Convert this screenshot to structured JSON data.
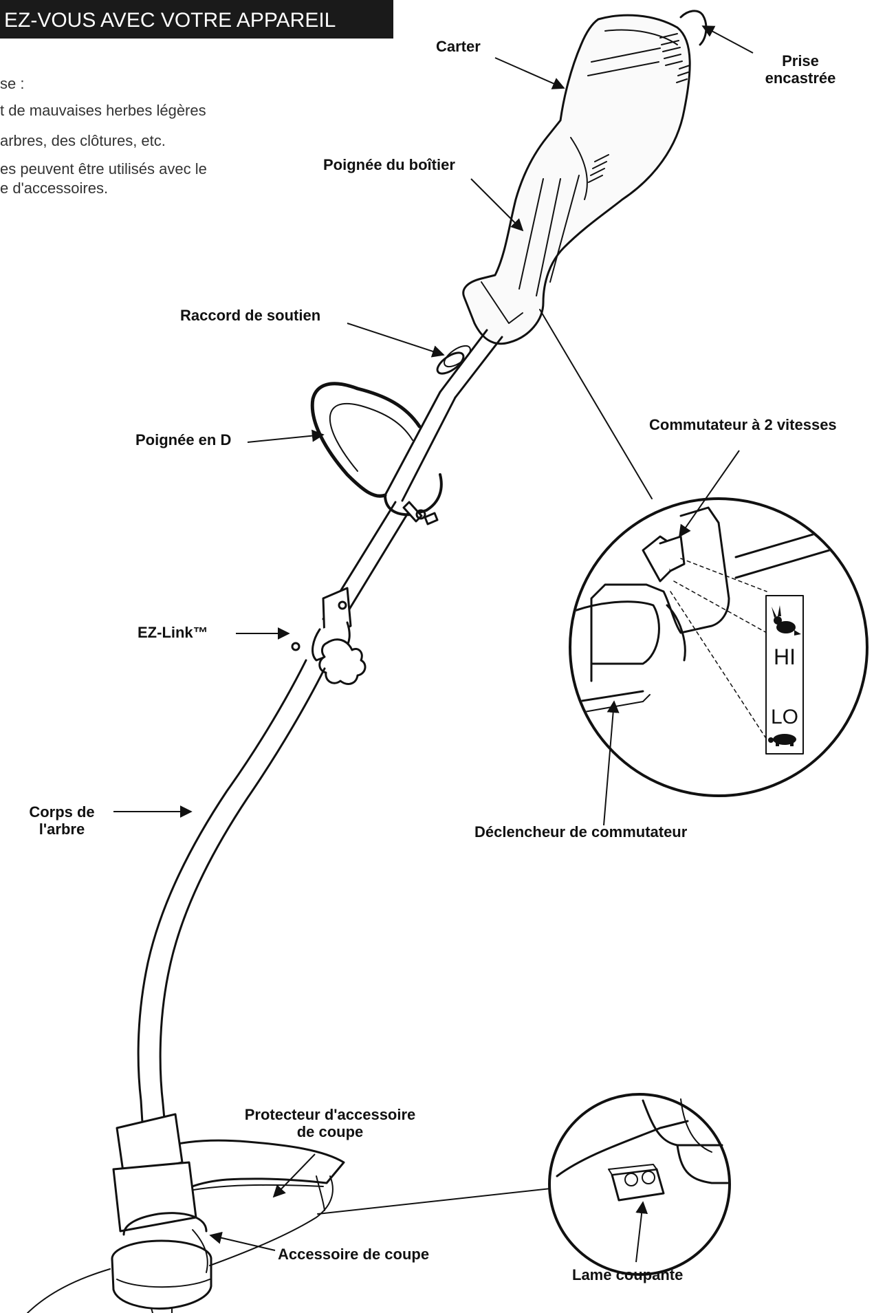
{
  "header": {
    "title": "EZ-VOUS AVEC VOTRE APPAREIL"
  },
  "intro": {
    "lines": [
      "se :",
      "t de mauvaises herbes légères",
      "arbres, des clôtures, etc.",
      "es peuvent être utilisés avec le",
      "e d'accessoires."
    ]
  },
  "labels": {
    "carter": "Carter",
    "prise_line1": "Prise",
    "prise_line2": "encastrée",
    "poignee_boitier": "Poignée du boîtier",
    "raccord": "Raccord de soutien",
    "poignee_d": "Poignée en D",
    "commutateur": "Commutateur à 2 vitesses",
    "ezlink": "EZ-Link™",
    "corps_line1": "Corps de",
    "corps_line2": "l'arbre",
    "declencheur": "Déclencheur de commutateur",
    "protecteur_line1": "Protecteur d'accessoire",
    "protecteur_line2": "de coupe",
    "lame": "Lame coupante",
    "accessoire": "Accessoire de coupe",
    "speed_hi": "HI",
    "speed_lo": "LO"
  },
  "icons": {
    "rabbit": "rabbit-icon",
    "turtle": "turtle-icon"
  }
}
